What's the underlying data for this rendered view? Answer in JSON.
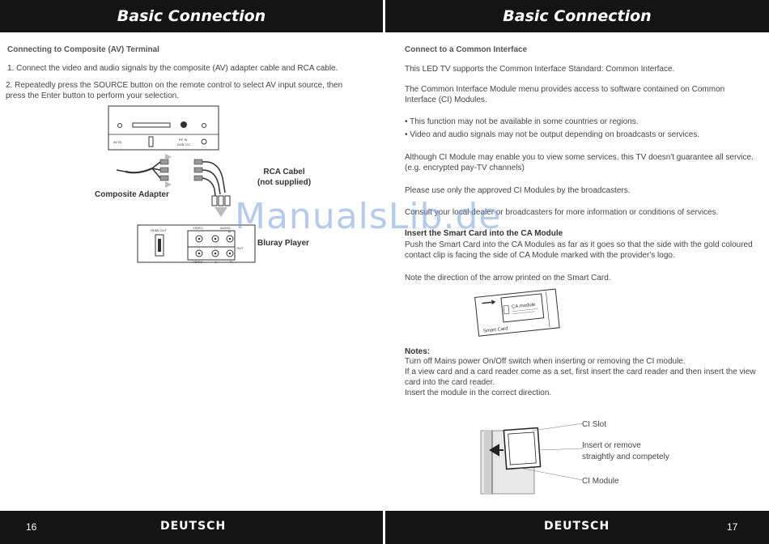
{
  "left": {
    "header": "Basic Connection",
    "section_title": "Connecting to Composite (AV) Terminal",
    "step1": "1. Connect the video and audio signals by the composite (AV) adapter cable and RCA cable.",
    "step2": "2. Repeatedly press the SOURCE button on the remote control to select AV input source, then press the Enter button to perform your selection.",
    "tv_labels": {
      "av_in": "AV IN",
      "rf_in": "RF IN",
      "dvb": "DVB-T/C"
    },
    "rca_label_line1": "RCA Cabel",
    "rca_label_line2": "(not supplied)",
    "adapter_label": "Composite Adapter",
    "player_labels": {
      "hdmi": "HDMI OUT",
      "video": "VIDEO",
      "audio": "AUDIO",
      "r": "R",
      "l": "L",
      "out": "OUT",
      "bluray": "Bluray Player"
    },
    "footer": {
      "page": "16",
      "lang": "DEUTSCH"
    }
  },
  "right": {
    "header": "Basic Connection",
    "section_title": "Connect to a Common Interface",
    "p1": "This LED TV supports the Common Interface Standard: Common Interface.",
    "p2": "The Common Interface Module menu provides access to software contained on Common Interface (CI) Modules.",
    "bullet1": "• This function may not be available in some countries or regions.",
    "bullet2": "• Video and audio signals may not be output depending on broadcasts or services.",
    "p3": "Although CI Module may enable you to view some services, this TV doesn't guarantee all service. (e.g. encrypted pay-TV channels)",
    "p4": "Please use only the approved CI Modules by the broadcasters.",
    "p5": "Consult your local dealer or broadcasters for more information or conditions of services.",
    "insert_title": "Insert the Smart Card into the CA Module",
    "insert_text": "Push the Smart Card into the CA Modules as far as it goes so that the side with the gold coloured contact clip is facing the side of CA Module marked with the provider's logo.",
    "note_arrow": "Note the direction of the arrow printed on the Smart Card.",
    "card_labels": {
      "ca_module": "CA module",
      "smart_card": "Smart Card"
    },
    "notes_title": "Notes:",
    "note1": "Turn off Mains power On/Off switch when inserting or removing the CI module.",
    "note2": "If a view card and a card reader come as a set, first insert the card reader and then insert the view card into the card reader.",
    "note3": "Insert the module in the correct direction.",
    "ci_slot": "CI Slot",
    "insert_remove_line1": "Insert or remove",
    "insert_remove_line2": "straightly and competely",
    "ci_module": "CI Module",
    "footer": {
      "page": "17",
      "lang": "DEUTSCH"
    }
  },
  "watermark": "ManualsLib.de"
}
